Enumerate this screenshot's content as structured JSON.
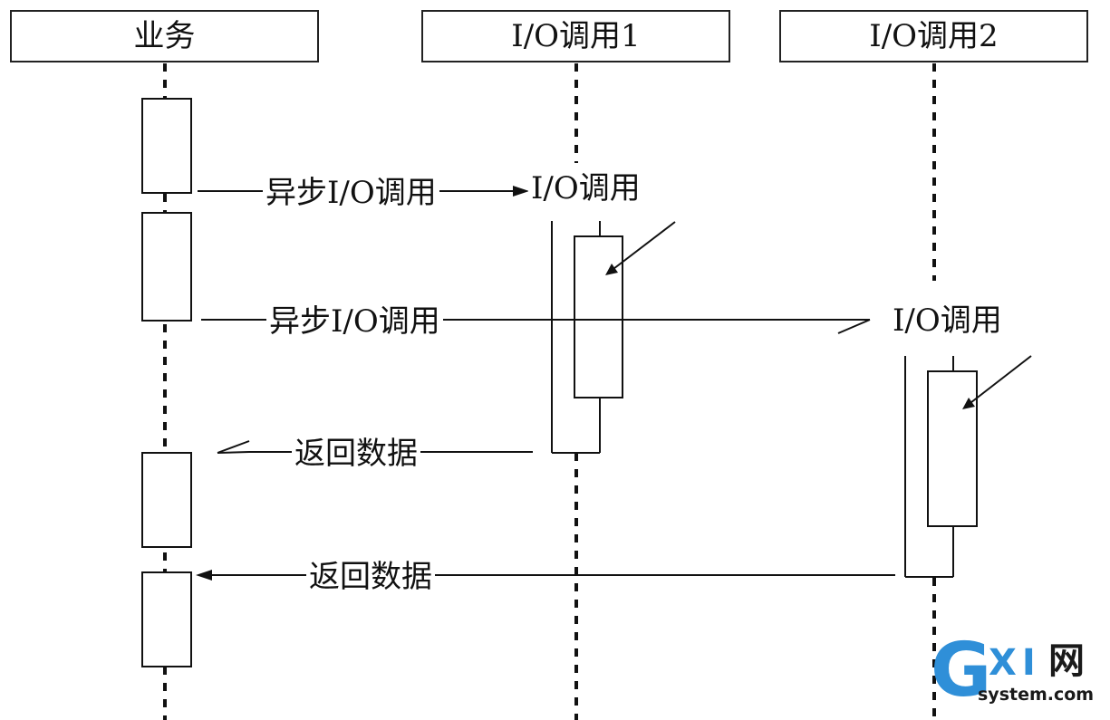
{
  "lifelines": [
    {
      "name": "业务"
    },
    {
      "name": "I/O调用1"
    },
    {
      "name": "I/O调用2"
    }
  ],
  "messages": [
    {
      "label": "异步I/O调用",
      "from": "业务",
      "to": "I/O调用1",
      "kind": "async-call"
    },
    {
      "label": "异步I/O调用",
      "from": "业务",
      "to": "I/O调用2",
      "kind": "async-call"
    },
    {
      "label": "返回数据",
      "from": "I/O调用1",
      "to": "业务",
      "kind": "return"
    },
    {
      "label": "返回数据",
      "from": "I/O调用2",
      "to": "业务",
      "kind": "return"
    }
  ],
  "call_labels": [
    {
      "text": "I/O调用",
      "lifeline": "I/O调用1"
    },
    {
      "text": "I/O调用",
      "lifeline": "I/O调用2"
    }
  ],
  "colors": {
    "line": "#111111",
    "background": "#ffffff",
    "watermark": "#2f8fd8"
  },
  "watermark": {
    "logo": "G X I",
    "suffix": "网",
    "domain": "system.com"
  }
}
